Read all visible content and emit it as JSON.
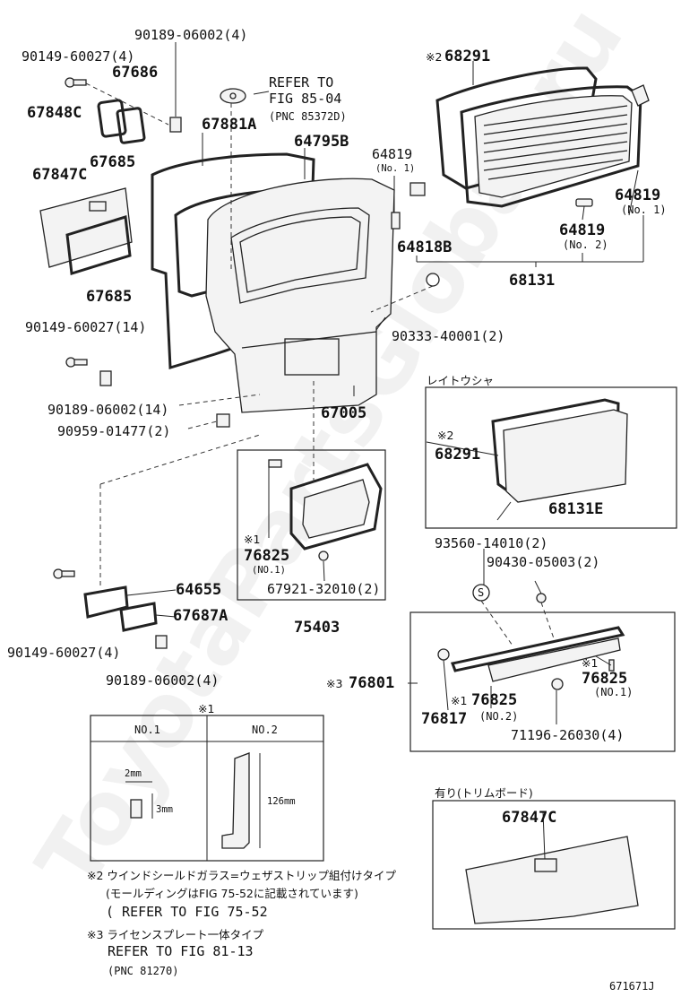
{
  "watermark": "ToyotaPartsGlobal.ru",
  "labels": {
    "p90189_06002_4_top": "90189-06002(4)",
    "p90149_60027_4_top": "90149-60027(4)",
    "p67686": "67686",
    "p67848C": "67848C",
    "refer_fig_85_04_l1": "REFER TO",
    "refer_fig_85_04_l2": "FIG 85-04",
    "refer_fig_85_04_l3": "(PNC 85372D)",
    "p67881A": "67881A",
    "p64795B": "64795B",
    "p67847C_top": "67847C",
    "p67685_top": "67685",
    "p67685_bottom": "67685",
    "p90149_60027_14": "90149-60027(14)",
    "p90189_06002_14": "90189-06002(14)",
    "p90959_01477_2": "90959-01477(2)",
    "p68291_top_mark": "※2",
    "p68291_top": "68291",
    "p64819_no1_left": "64819",
    "p64819_no1_left_sub": "(No. 1)",
    "p64819_no1_right": "64819",
    "p64819_no1_right_sub": "(No. 1)",
    "p64819_no2": "64819",
    "p64819_no2_sub": "(No. 2)",
    "p64818B": "64818B",
    "p68131": "68131",
    "p90333_40001_2": "90333-40001(2)",
    "p67005": "67005",
    "raitousha": "レイトウシャ",
    "p68291_box_mark": "※2",
    "p68291_box": "68291",
    "p68131E": "68131E",
    "p76825_no1_left_mark": "※1",
    "p76825_no1_left": "76825",
    "p76825_no1_left_sub": "(NO.1)",
    "p67921_32010_2": "67921-32010(2)",
    "p75403": "75403",
    "p64655": "64655",
    "p67687A": "67687A",
    "p90149_60027_4_bottom": "90149-60027(4)",
    "p90189_06002_4_bottom": "90189-06002(4)",
    "p93560_14010_2": "93560-14010(2)",
    "p90430_05003_2": "90430-05003(2)",
    "s_marker": "S",
    "p76801_mark": "※3",
    "p76801": "76801",
    "p76825_no1_right_mark": "※1",
    "p76825_no1_right": "76825",
    "p76825_no1_right_sub": "(NO.1)",
    "p76825_no2_mark": "※1",
    "p76825_no2": "76825",
    "p76825_no2_sub": "(NO.2)",
    "p76817": "76817",
    "p71196_26030_4": "71196-26030(4)",
    "table_mark": "※1",
    "table_no1": "NO.1",
    "table_no2": "NO.2",
    "dim_2mm": "2mm",
    "dim_3mm": "3mm",
    "dim_126mm": "126mm",
    "ari_trim_board": "有り(トリムボード)",
    "p67847C_trim": "67847C",
    "note2_line1": "※2 ウインドシールドガラス=ウェザストリップ組付けタイプ",
    "note2_line2": "(モールディングはFIG 75-52に記載されています)",
    "note2_line3": "( REFER TO FIG 75-52",
    "note3_line1": "※3 ライセンスプレート一体タイプ",
    "note3_line2": "REFER TO FIG 81-13",
    "note3_line3": "(PNC 81270)",
    "figure_id": "671671J"
  }
}
